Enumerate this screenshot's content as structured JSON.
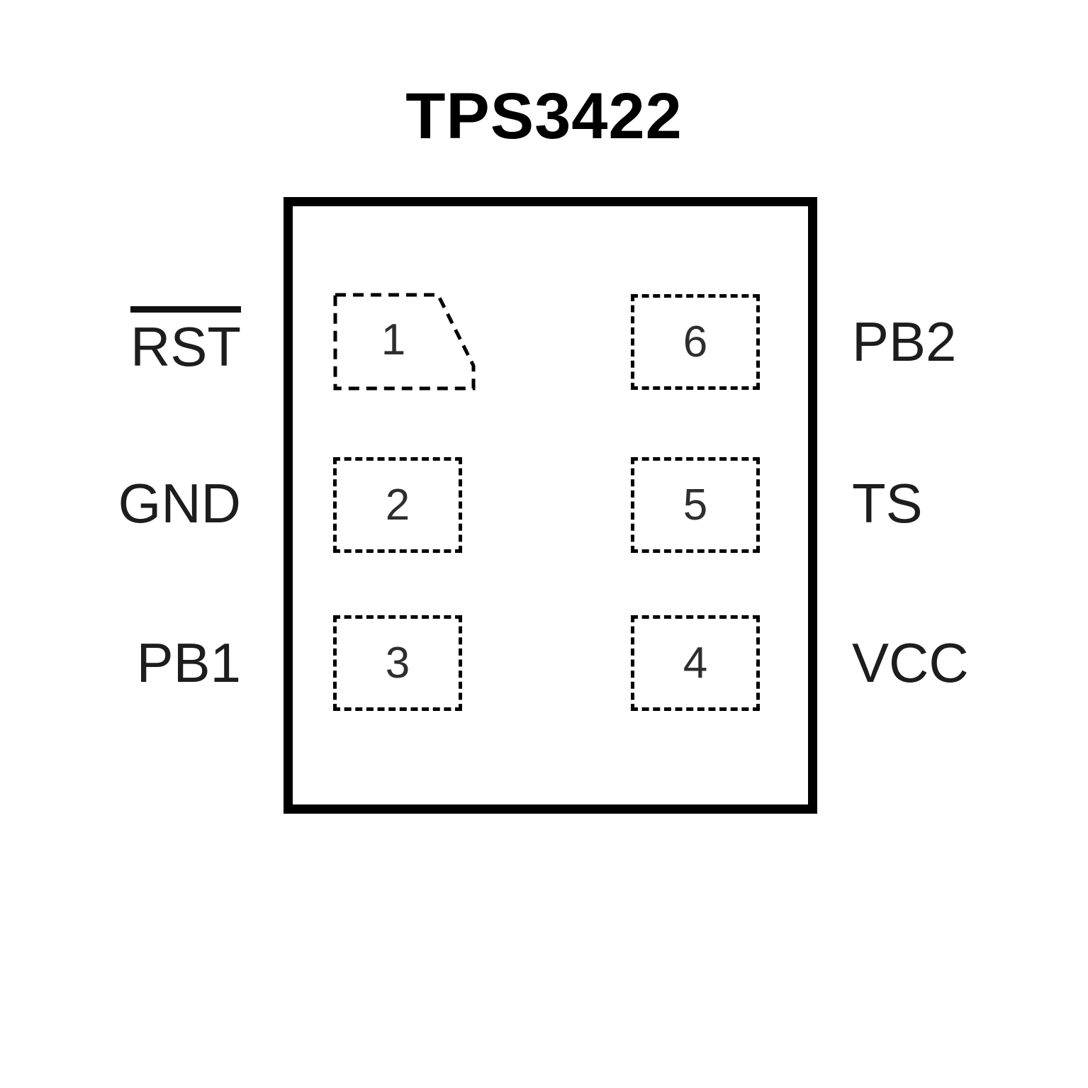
{
  "title": "TPS3422",
  "colors": {
    "ink": "#000000",
    "pin_number": "#2e2e2e",
    "label": "#1d1d1d"
  },
  "package": {
    "type": "6-pin-top-view",
    "outline": "solid-square",
    "pin_boxes": "dashed",
    "pin1_indicator": "chamfered-corner"
  },
  "pins": {
    "left": [
      {
        "number": "1",
        "label": "RST",
        "overline": true
      },
      {
        "number": "2",
        "label": "GND",
        "overline": false
      },
      {
        "number": "3",
        "label": "PB1",
        "overline": false
      }
    ],
    "right": [
      {
        "number": "6",
        "label": "PB2",
        "overline": false
      },
      {
        "number": "5",
        "label": "TS",
        "overline": false
      },
      {
        "number": "4",
        "label": "VCC",
        "overline": false
      }
    ]
  }
}
